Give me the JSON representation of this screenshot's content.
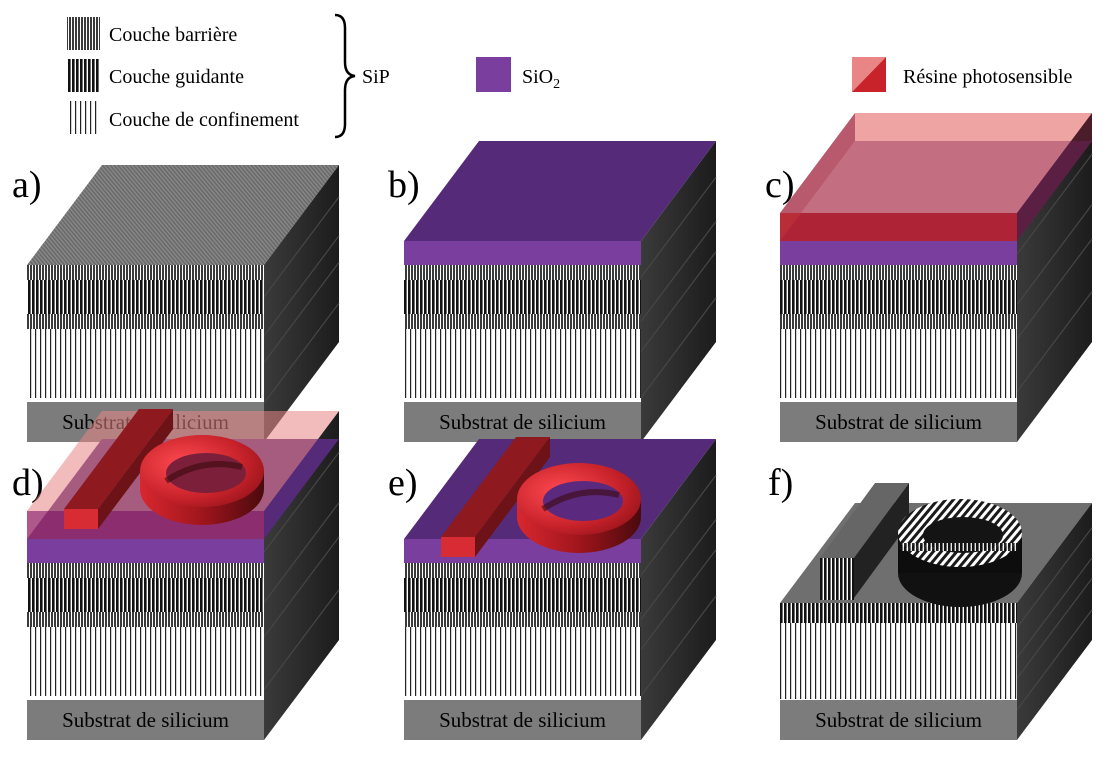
{
  "legend": {
    "layers": [
      {
        "label": "Couche barrière"
      },
      {
        "label": "Couche guidante"
      },
      {
        "label": "Couche de confinement"
      }
    ],
    "group_label": "SiP",
    "oxide_label": "SiO",
    "oxide_subscript": "2",
    "resist_label": "Résine photosensible"
  },
  "colors": {
    "oxide": "#7a3f9e",
    "resist": "#d42a33",
    "resist_light": "#e98585",
    "substrate": "#7c7c7c",
    "side": "#2e2e2e"
  },
  "panels": [
    {
      "label": "a)",
      "substrate": "Substrat de silicium"
    },
    {
      "label": "b)",
      "substrate": "Substrat de silicium"
    },
    {
      "label": "c)",
      "substrate": "Substrat de silicium"
    },
    {
      "label": "d)",
      "substrate": "Substrat de silicium"
    },
    {
      "label": "e)",
      "substrate": "Substrat de silicium"
    },
    {
      "label": "f)",
      "substrate": "Substrat de silicium"
    }
  ]
}
